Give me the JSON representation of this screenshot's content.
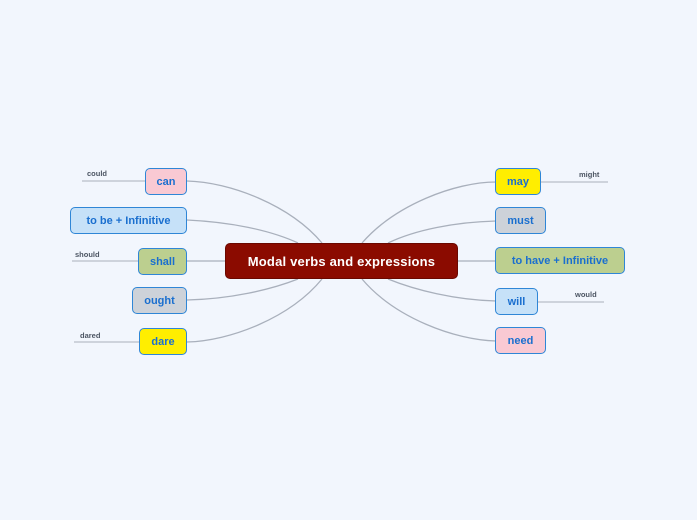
{
  "center": {
    "label": "Modal verbs and expressions"
  },
  "colors": {
    "background": "#f2f6fd",
    "center": "#8b0b00",
    "node_border": "#2f86d6",
    "node_text": "#1a6fcf",
    "pink": "#f9c9d3",
    "light_blue": "#c6e1f8",
    "olive": "#bccf8f",
    "grey": "#cdd2d9",
    "yellow": "#ffee00"
  },
  "left_nodes": [
    {
      "label": "can",
      "fill": "#f9c9d3",
      "sub": "could"
    },
    {
      "label": "to be + Infinitive",
      "fill": "#c6e1f8",
      "sub": ""
    },
    {
      "label": "shall",
      "fill": "#bccf8f",
      "sub": "should"
    },
    {
      "label": "ought",
      "fill": "#cdd2d9",
      "sub": ""
    },
    {
      "label": "dare",
      "fill": "#ffee00",
      "sub": "dared"
    }
  ],
  "right_nodes": [
    {
      "label": "may",
      "fill": "#ffee00",
      "sub": "might"
    },
    {
      "label": "must",
      "fill": "#cdd2d9",
      "sub": ""
    },
    {
      "label": "to have + Infinitive",
      "fill": "#bccf8f",
      "sub": ""
    },
    {
      "label": "will",
      "fill": "#c6e1f8",
      "sub": "would"
    },
    {
      "label": "need",
      "fill": "#f9c9d3",
      "sub": ""
    }
  ]
}
